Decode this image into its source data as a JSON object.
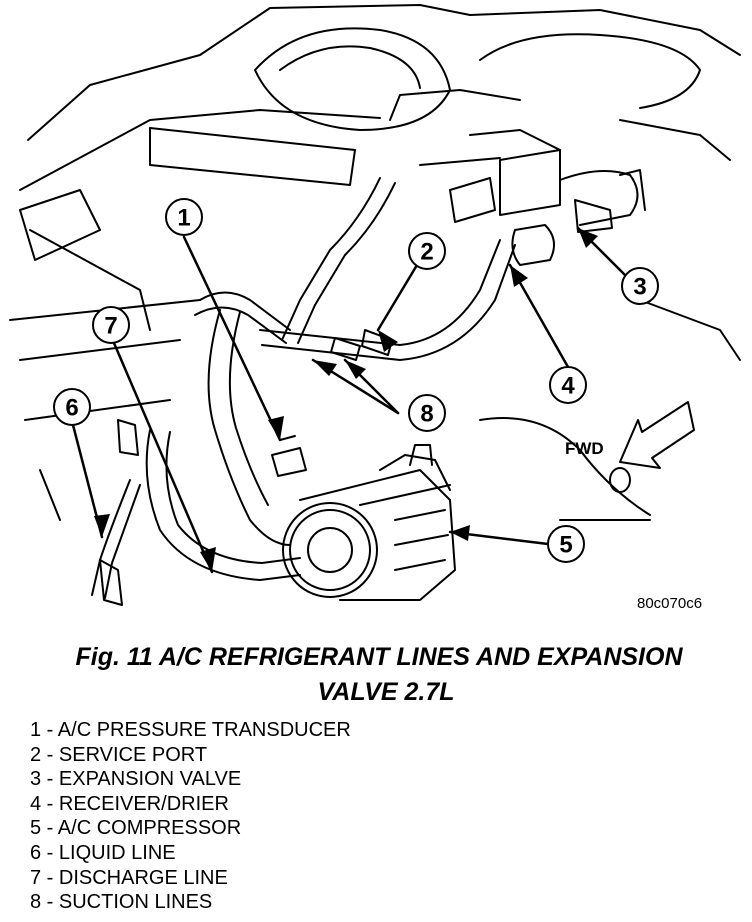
{
  "figure": {
    "image_code": "80c070c6",
    "fwd_label": "FWD",
    "callouts": [
      "1",
      "2",
      "3",
      "4",
      "5",
      "6",
      "7",
      "8"
    ]
  },
  "caption": {
    "line1": "Fig. 11 A/C REFRIGERANT LINES AND EXPANSION",
    "line2": "VALVE 2.7L"
  },
  "legend": [
    "1 - A/C PRESSURE TRANSDUCER",
    "2 - SERVICE PORT",
    "3 - EXPANSION VALVE",
    "4 - RECEIVER/DRIER",
    "5 - A/C COMPRESSOR",
    "6 - LIQUID LINE",
    "7 - DISCHARGE LINE",
    "8 - SUCTION LINES"
  ]
}
